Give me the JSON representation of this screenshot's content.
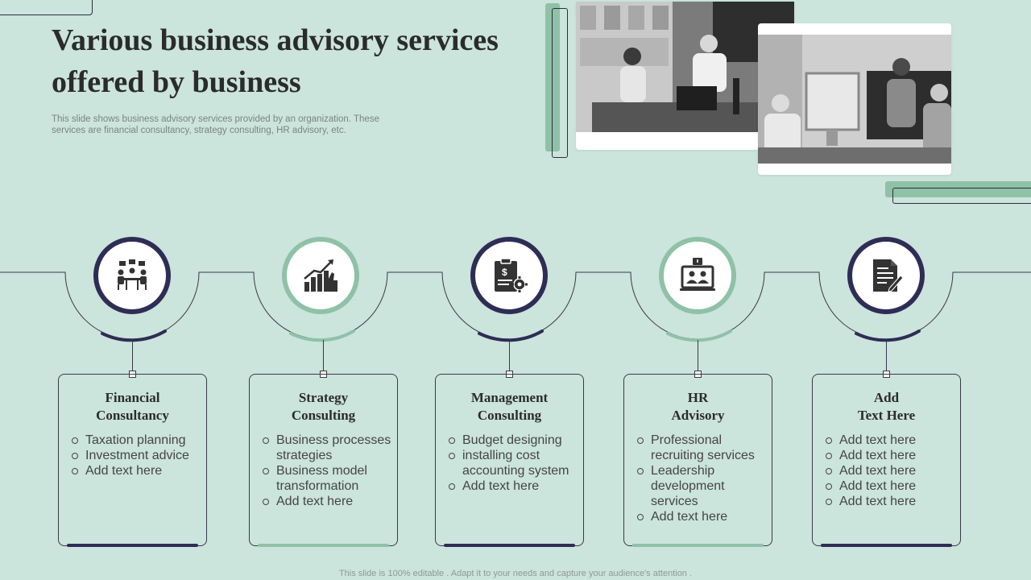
{
  "header": {
    "title": "Various business advisory services offered by business",
    "subtitle": "This slide shows business advisory services provided by an organization. These services are financial consultancy, strategy consulting, HR advisory, etc."
  },
  "footer": "This slide is 100% editable . Adapt it to your needs and capture your audience's attention .",
  "colors": {
    "background": "#cbe4dc",
    "navy": "#2e2d55",
    "mint": "#8fc1a7"
  },
  "services": [
    {
      "title_line1": "Financial",
      "title_line2": "Consultancy",
      "icon": "team-meeting-icon",
      "items": [
        "Taxation planning",
        "Investment  advice",
        "Add text here"
      ]
    },
    {
      "title_line1": "Strategy",
      "title_line2": "Consulting",
      "icon": "growth-chart-icon",
      "items": [
        "Business processes strategies",
        "Business model transformation",
        "Add text here"
      ]
    },
    {
      "title_line1": "Management",
      "title_line2": "Consulting",
      "icon": "finance-report-gear-icon",
      "items": [
        "Budget designing",
        "installing cost accounting system",
        "Add text here"
      ]
    },
    {
      "title_line1": "HR",
      "title_line2": "Advisory",
      "icon": "video-conference-icon",
      "items": [
        "Professional recruiting services",
        "Leadership development services",
        "Add text here"
      ]
    },
    {
      "title_line1": "Add",
      "title_line2": "Text Here",
      "icon": "document-pen-icon",
      "items": [
        "Add text here",
        "Add text here",
        "Add text here",
        "Add text here",
        "Add text here"
      ]
    }
  ]
}
